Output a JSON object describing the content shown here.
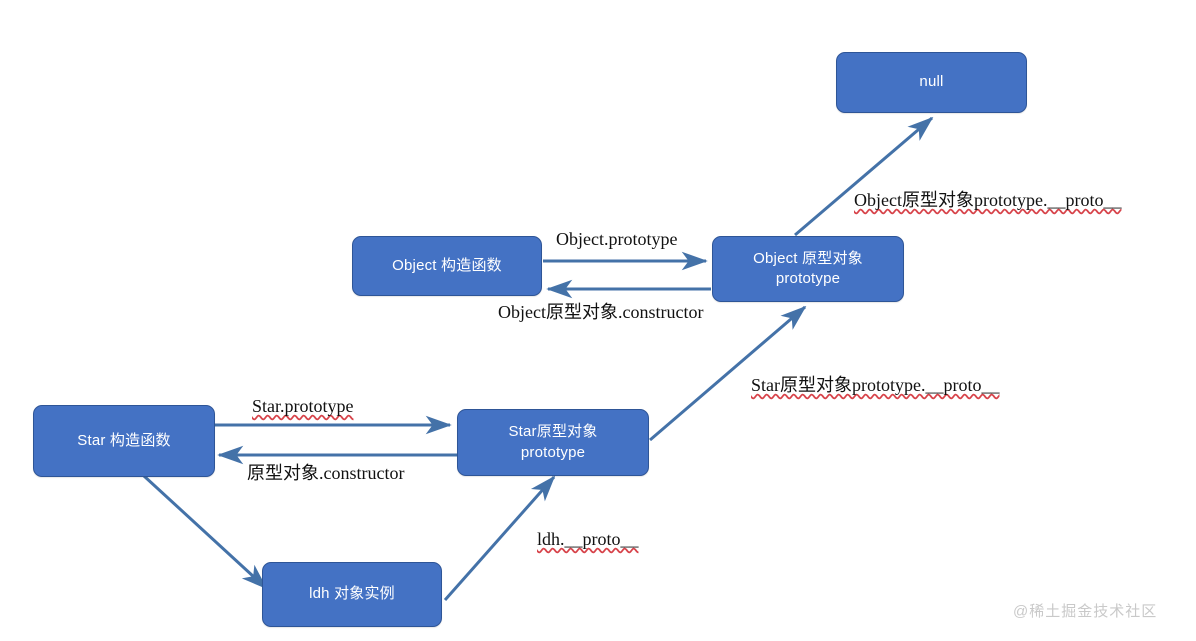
{
  "diagram": {
    "title": "JavaScript prototype chain diagram",
    "colors": {
      "node_fill": "#4472C4",
      "node_border": "#2E5597",
      "node_text": "#FFFFFF",
      "arrow": "#4472A8",
      "label_text": "#111111",
      "spellcheck_underline": "#D7434A",
      "background": "#FFFFFF",
      "watermark": "#C9C9C9"
    },
    "nodes": [
      {
        "id": "null",
        "label": "null"
      },
      {
        "id": "object-proto",
        "label": "Object 原型对象\nprototype"
      },
      {
        "id": "object-ctor",
        "label": "Object 构造函数"
      },
      {
        "id": "star-proto",
        "label": "Star原型对象\nprototype"
      },
      {
        "id": "star-ctor",
        "label": "Star 构造函数"
      },
      {
        "id": "ldh-instance",
        "label": "ldh 对象实例"
      }
    ],
    "edges": [
      {
        "id": "object-proto-to-null",
        "label": "Object原型对象prototype.__proto__",
        "spellcheck": true,
        "from": "object-proto",
        "to": "null"
      },
      {
        "id": "object-ctor-to-proto",
        "label": "Object.prototype",
        "spellcheck": false,
        "from": "object-ctor",
        "to": "object-proto"
      },
      {
        "id": "object-proto-to-ctor",
        "label": "Object原型对象.constructor",
        "spellcheck": false,
        "from": "object-proto",
        "to": "object-ctor"
      },
      {
        "id": "star-proto-to-object-proto",
        "label": "Star原型对象prototype.__proto__",
        "spellcheck": true,
        "from": "star-proto",
        "to": "object-proto"
      },
      {
        "id": "star-ctor-to-proto",
        "label": "Star.prototype",
        "spellcheck": true,
        "from": "star-ctor",
        "to": "star-proto"
      },
      {
        "id": "star-proto-to-ctor",
        "label": "原型对象.constructor",
        "spellcheck": false,
        "from": "star-proto",
        "to": "star-ctor"
      },
      {
        "id": "star-ctor-to-ldh",
        "label": "",
        "spellcheck": false,
        "from": "star-ctor",
        "to": "ldh-instance"
      },
      {
        "id": "ldh-to-star-proto",
        "label": "ldh.__proto__",
        "spellcheck": true,
        "from": "ldh-instance",
        "to": "star-proto"
      }
    ],
    "watermark": "@稀土掘金技术社区"
  }
}
